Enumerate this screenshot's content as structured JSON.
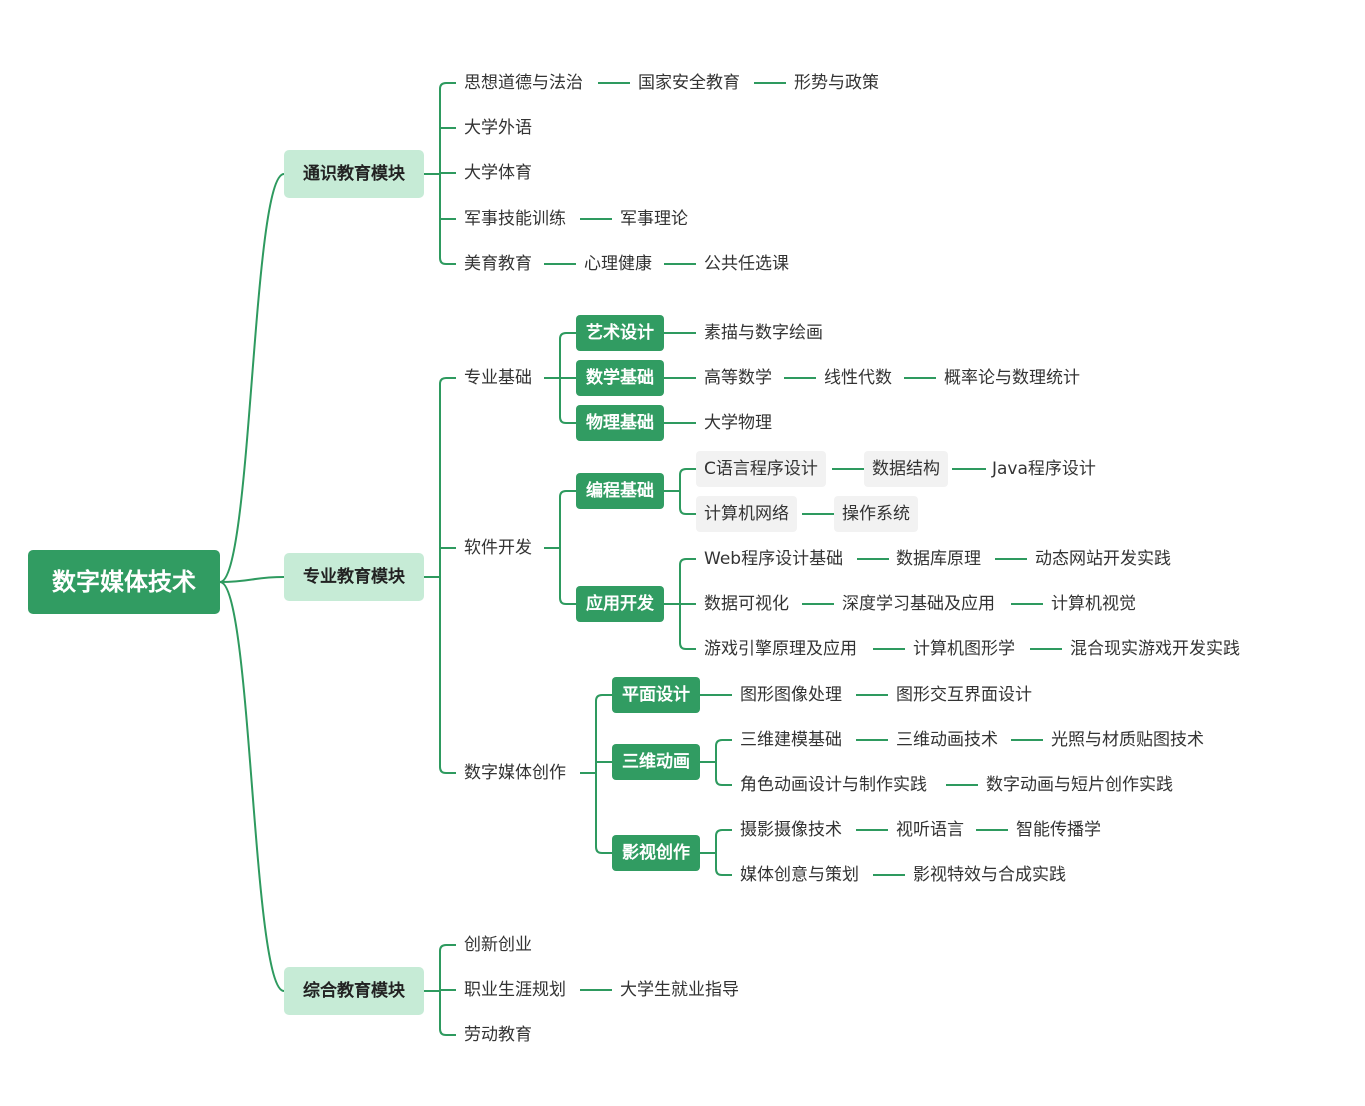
{
  "root": "数字媒体技术",
  "colors": {
    "primary": "#319c62",
    "module_bg": "#c6ebd6",
    "line": "#2e9a5f",
    "highlight_bg": "#f2f2f2"
  },
  "modules": [
    {
      "label": "通识教育模块",
      "rows": [
        [
          "思想道德与法治",
          "国家安全教育",
          "形势与政策"
        ],
        [
          "大学外语"
        ],
        [
          "大学体育"
        ],
        [
          "军事技能训练",
          "军事理论"
        ],
        [
          "美育教育",
          "心理健康",
          "公共任选课"
        ]
      ]
    },
    {
      "label": "专业教育模块",
      "groups": [
        {
          "label": "专业基础",
          "subs": [
            {
              "label": "艺术设计",
              "rows": [
                [
                  "素描与数字绘画"
                ]
              ]
            },
            {
              "label": "数学基础",
              "rows": [
                [
                  "高等数学",
                  "线性代数",
                  "概率论与数理统计"
                ]
              ]
            },
            {
              "label": "物理基础",
              "rows": [
                [
                  "大学物理"
                ]
              ]
            }
          ]
        },
        {
          "label": "软件开发",
          "subs": [
            {
              "label": "编程基础",
              "rows": [
                [
                  "C语言程序设计",
                  "数据结构",
                  "Java程序设计"
                ],
                [
                  "计算机网络",
                  "操作系统"
                ]
              ]
            },
            {
              "label": "应用开发",
              "rows": [
                [
                  "Web程序设计基础",
                  "数据库原理",
                  "动态网站开发实践"
                ],
                [
                  "数据可视化",
                  "深度学习基础及应用",
                  "计算机视觉"
                ],
                [
                  "游戏引擎原理及应用",
                  "计算机图形学",
                  "混合现实游戏开发实践"
                ]
              ]
            }
          ]
        },
        {
          "label": "数字媒体创作",
          "subs": [
            {
              "label": "平面设计",
              "rows": [
                [
                  "图形图像处理",
                  "图形交互界面设计"
                ]
              ]
            },
            {
              "label": "三维动画",
              "rows": [
                [
                  "三维建模基础",
                  "三维动画技术",
                  "光照与材质贴图技术"
                ],
                [
                  "角色动画设计与制作实践",
                  "数字动画与短片创作实践"
                ]
              ]
            },
            {
              "label": "影视创作",
              "rows": [
                [
                  "摄影摄像技术",
                  "视听语言",
                  "智能传播学"
                ],
                [
                  "媒体创意与策划",
                  "影视特效与合成实践"
                ]
              ]
            }
          ]
        }
      ]
    },
    {
      "label": "综合教育模块",
      "rows": [
        [
          "创新创业"
        ],
        [
          "职业生涯规划",
          "大学生就业指导"
        ],
        [
          "劳动教育"
        ]
      ]
    }
  ]
}
